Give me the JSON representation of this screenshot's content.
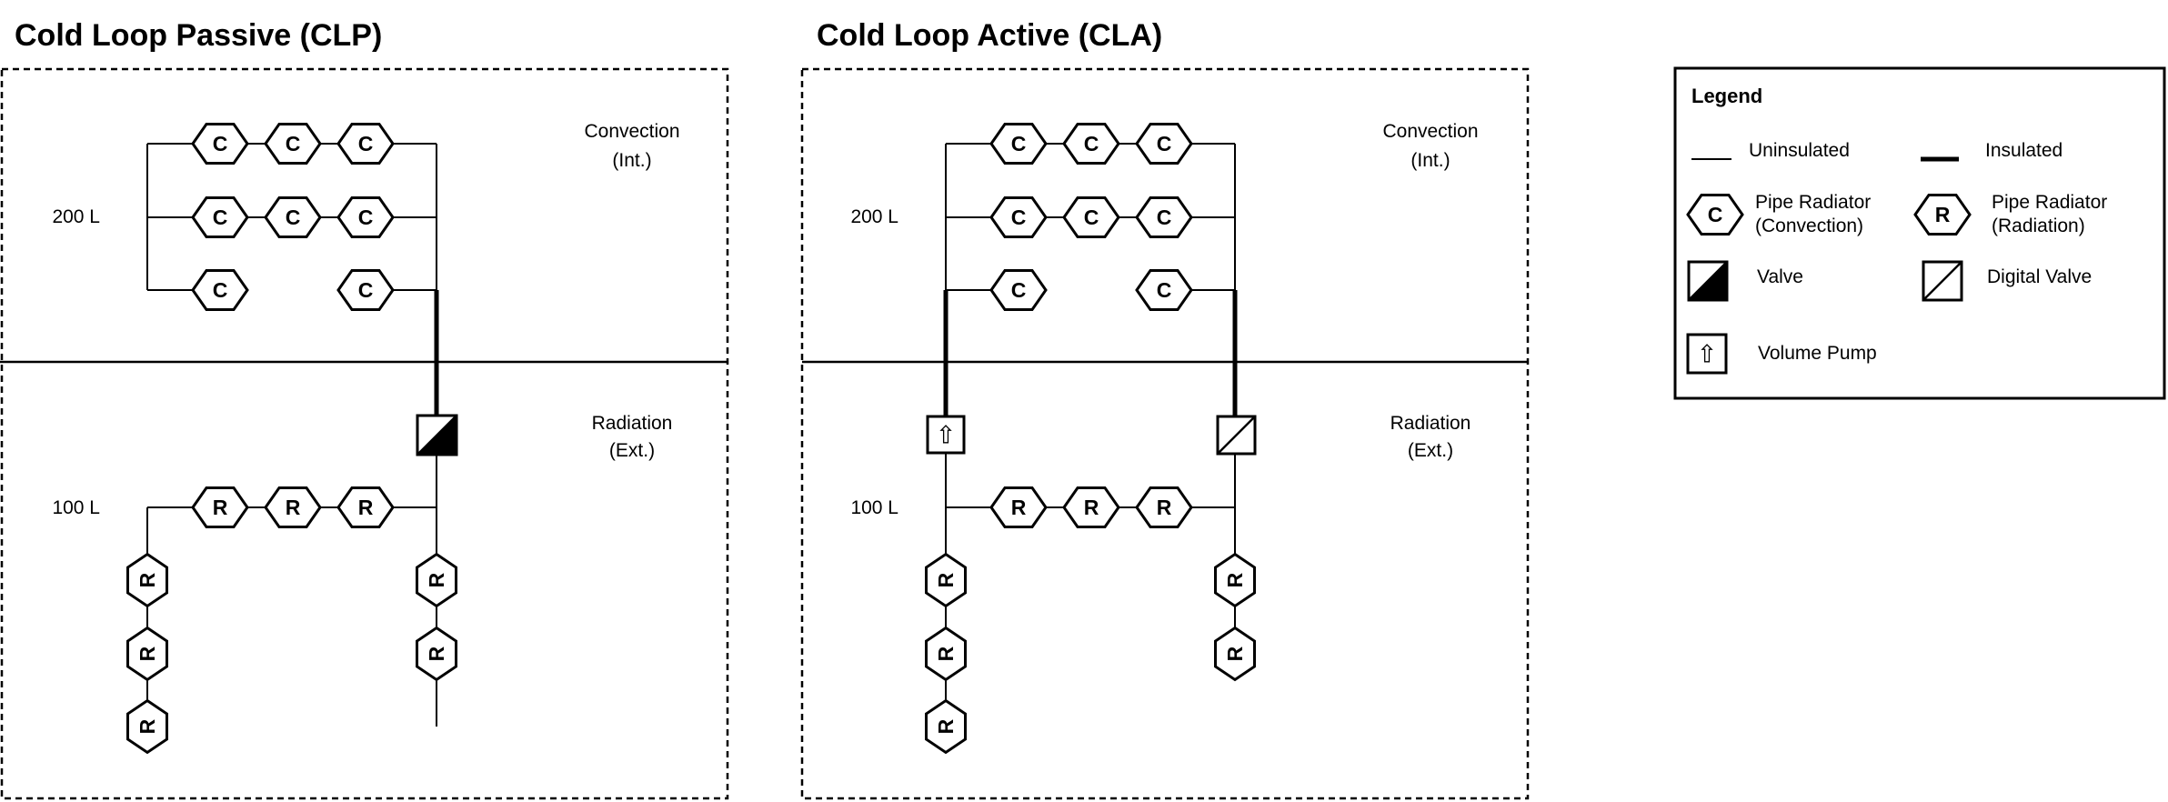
{
  "colors": {
    "ink": "#000000",
    "paper": "#ffffff"
  },
  "sections": {
    "clp": {
      "title": "Cold Loop Passive (CLP)",
      "zone_internal": [
        "Convection",
        "(Int.)"
      ],
      "zone_external": [
        "Radiation",
        "(Ext.)"
      ],
      "volume_internal": "200 L",
      "volume_external": "100 L"
    },
    "cla": {
      "title": "Cold Loop Active (CLA)",
      "zone_internal": [
        "Convection",
        "(Int.)"
      ],
      "zone_external": [
        "Radiation",
        "(Ext.)"
      ],
      "volume_internal": "200 L",
      "volume_external": "100 L"
    }
  },
  "symbols": {
    "convection_radiator_letter": "C",
    "radiation_radiator_letter": "R",
    "volume_pump_arrow": "⇧"
  },
  "legend": {
    "title": "Legend",
    "uninsulated_label": "Uninsulated",
    "insulated_label": "Insulated",
    "pipe_radiator_convection_label": [
      "Pipe Radiator",
      "(Convection)"
    ],
    "pipe_radiator_radiation_label": [
      "Pipe Radiator",
      "(Radiation)"
    ],
    "valve_label": "Valve",
    "digital_valve_label": "Digital Valve",
    "volume_pump_label": "Volume Pump"
  }
}
